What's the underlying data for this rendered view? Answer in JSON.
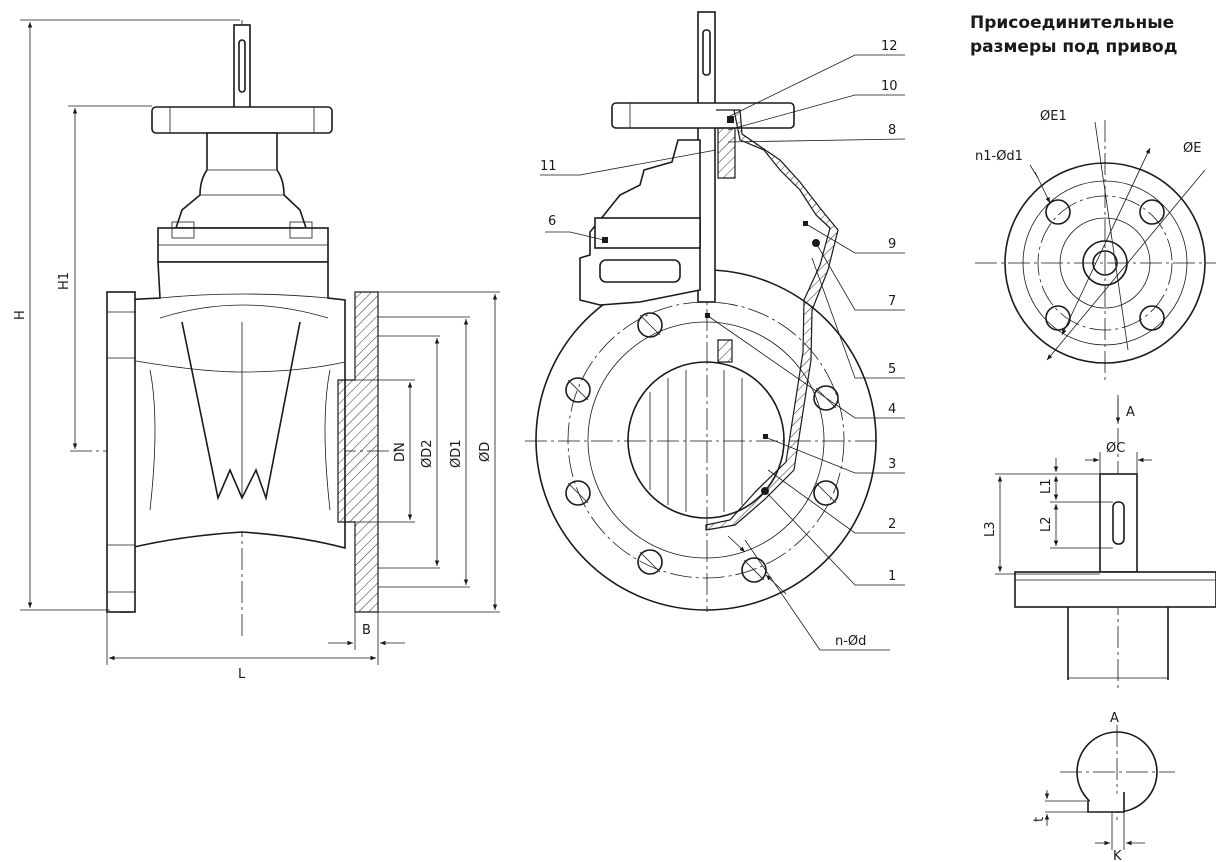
{
  "header": {
    "title_line1": "Присоединительные",
    "title_line2": "размеры под привод"
  },
  "front_view": {
    "labels": {
      "H": "H",
      "H1": "H1",
      "DN": "DN",
      "D2": "ØD2",
      "D1": "ØD1",
      "D": "ØD",
      "B": "B",
      "L": "L"
    }
  },
  "section_view": {
    "callouts": [
      "12",
      "10",
      "8",
      "11",
      "6",
      "9",
      "7",
      "5",
      "4",
      "3",
      "2",
      "1"
    ],
    "bolt_label": "n-Ød"
  },
  "mounting_flange": {
    "labels": {
      "E1": "ØE1",
      "E": "ØE",
      "n1d1": "n1-Ød1"
    }
  },
  "shaft_view": {
    "labels": {
      "A": "A",
      "C": "ØC",
      "L1": "L1",
      "L2": "L2",
      "L3": "L3"
    }
  },
  "shaft_section": {
    "labels": {
      "A": "A",
      "t": "t",
      "K": "K"
    }
  },
  "colors": {
    "line": "#1a1a1a",
    "background": "#ffffff"
  }
}
